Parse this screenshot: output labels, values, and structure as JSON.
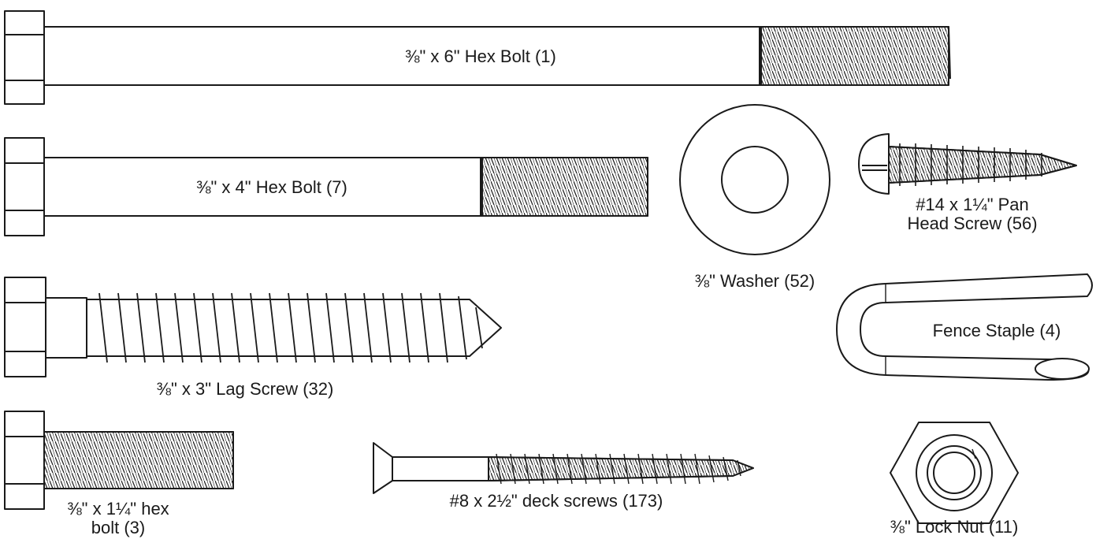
{
  "parts": {
    "hex_bolt_6": {
      "label": "⅜\" x 6\" Hex Bolt (1)"
    },
    "hex_bolt_4": {
      "label": "⅜\" x 4\" Hex Bolt (7)"
    },
    "lag_screw": {
      "label": "⅜\" x 3\" Lag Screw (32)"
    },
    "hex_bolt_short": {
      "label_line1": "⅜\" x 1¼\" hex",
      "label_line2": "bolt (3)"
    },
    "washer": {
      "label": "⅜\" Washer (52)"
    },
    "pan_head_screw": {
      "label_line1": "#14 x 1¼\" Pan",
      "label_line2": "Head Screw (56)"
    },
    "fence_staple": {
      "label": "Fence Staple (4)"
    },
    "deck_screw": {
      "label": "#8 x 2½\" deck screws  (173)"
    },
    "lock_nut": {
      "label": "⅜\" Lock Nut (11)"
    }
  },
  "colors": {
    "stroke": "#1a1a1a",
    "fill": "#ffffff"
  }
}
